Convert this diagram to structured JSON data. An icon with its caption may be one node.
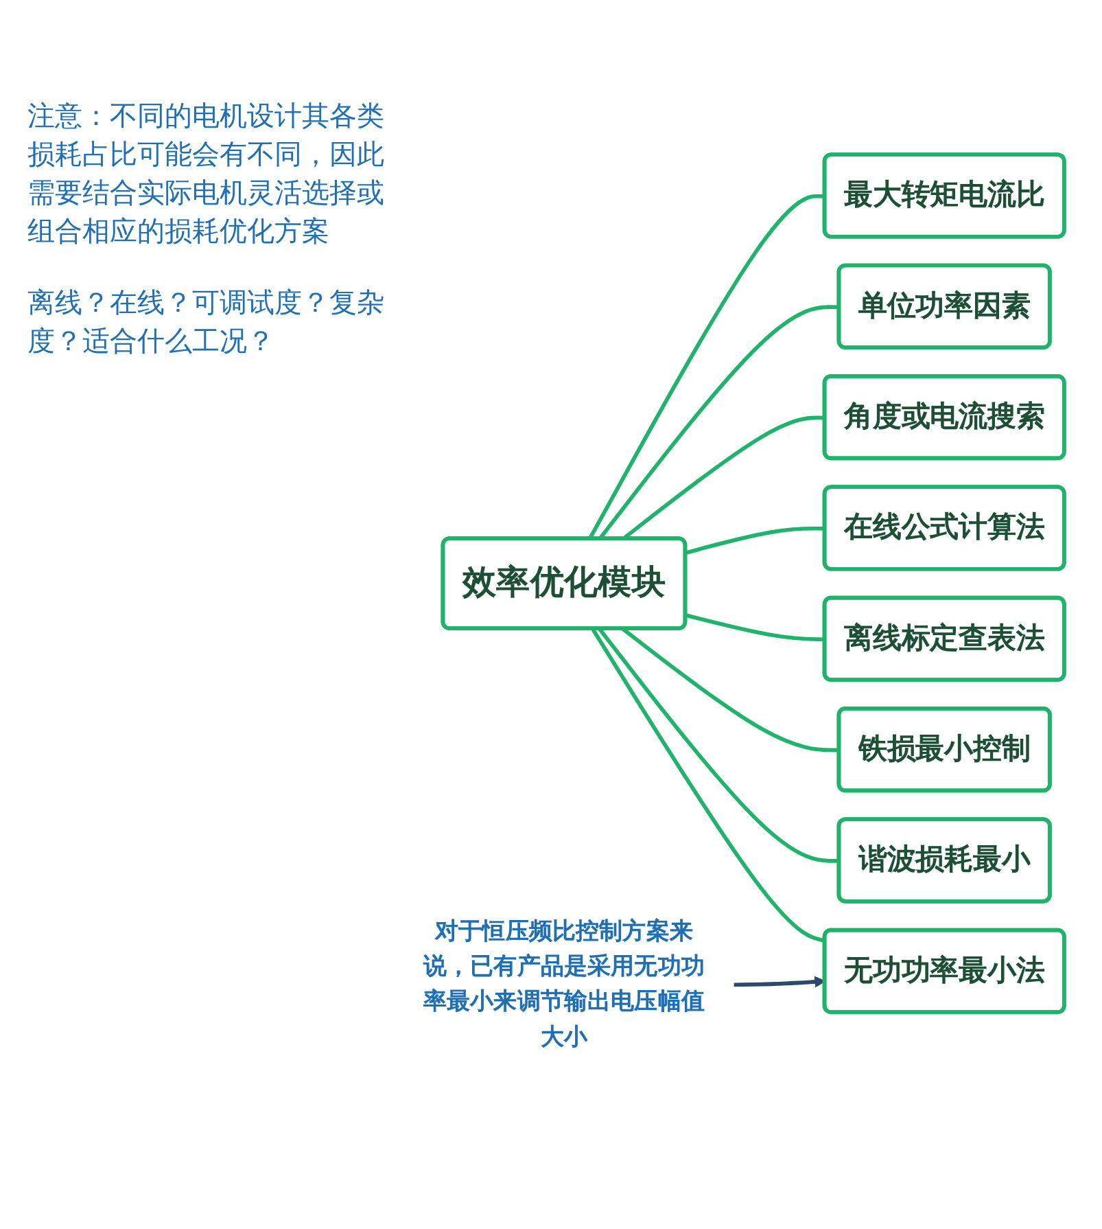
{
  "diagram": {
    "nodes": [
      {
        "text": [
          "效率优化模块"
        ]
      },
      {
        "text": [
          "最大转矩电流比"
        ]
      },
      {
        "text": [
          "单位功率因素"
        ]
      },
      {
        "text": [
          "角度或电流搜索"
        ]
      },
      {
        "text": [
          "在线公式计算法"
        ]
      },
      {
        "text": [
          "离线标定查表法"
        ]
      },
      {
        "text": [
          "铁损最小控制"
        ]
      },
      {
        "text": [
          "谐波损耗最小"
        ]
      },
      {
        "text": [
          "无功功率最小法"
        ]
      },
      {
        "text": [
          "对于恒压频比控制方案来说，已有产品是采用无功功率最小来调节输出电压幅值大小"
        ]
      }
    ],
    "edges": [
      {
        "from": 0,
        "to": 1,
        "arrow": "none"
      },
      {
        "from": 0,
        "to": 2,
        "arrow": "none"
      },
      {
        "from": 0,
        "to": 3,
        "arrow": "none"
      },
      {
        "from": 0,
        "to": 4,
        "arrow": "none"
      },
      {
        "from": 0,
        "to": 5,
        "arrow": "none"
      },
      {
        "from": 0,
        "to": 6,
        "arrow": "none"
      },
      {
        "from": 0,
        "to": 7,
        "arrow": "none"
      },
      {
        "from": 0,
        "to": 8,
        "arrow": "none"
      },
      {
        "from": 9,
        "to": 8,
        "arrow": "to",
        "color": "#2c4a6b"
      }
    ],
    "labels": [
      "注意：不同的电机设计其各类损耗占比可能会有不同，因此需要结合实际电机灵活选择或组合相应的损耗优化方案",
      "离线？在线？可调试度？复杂度？适合什么工况？"
    ]
  }
}
